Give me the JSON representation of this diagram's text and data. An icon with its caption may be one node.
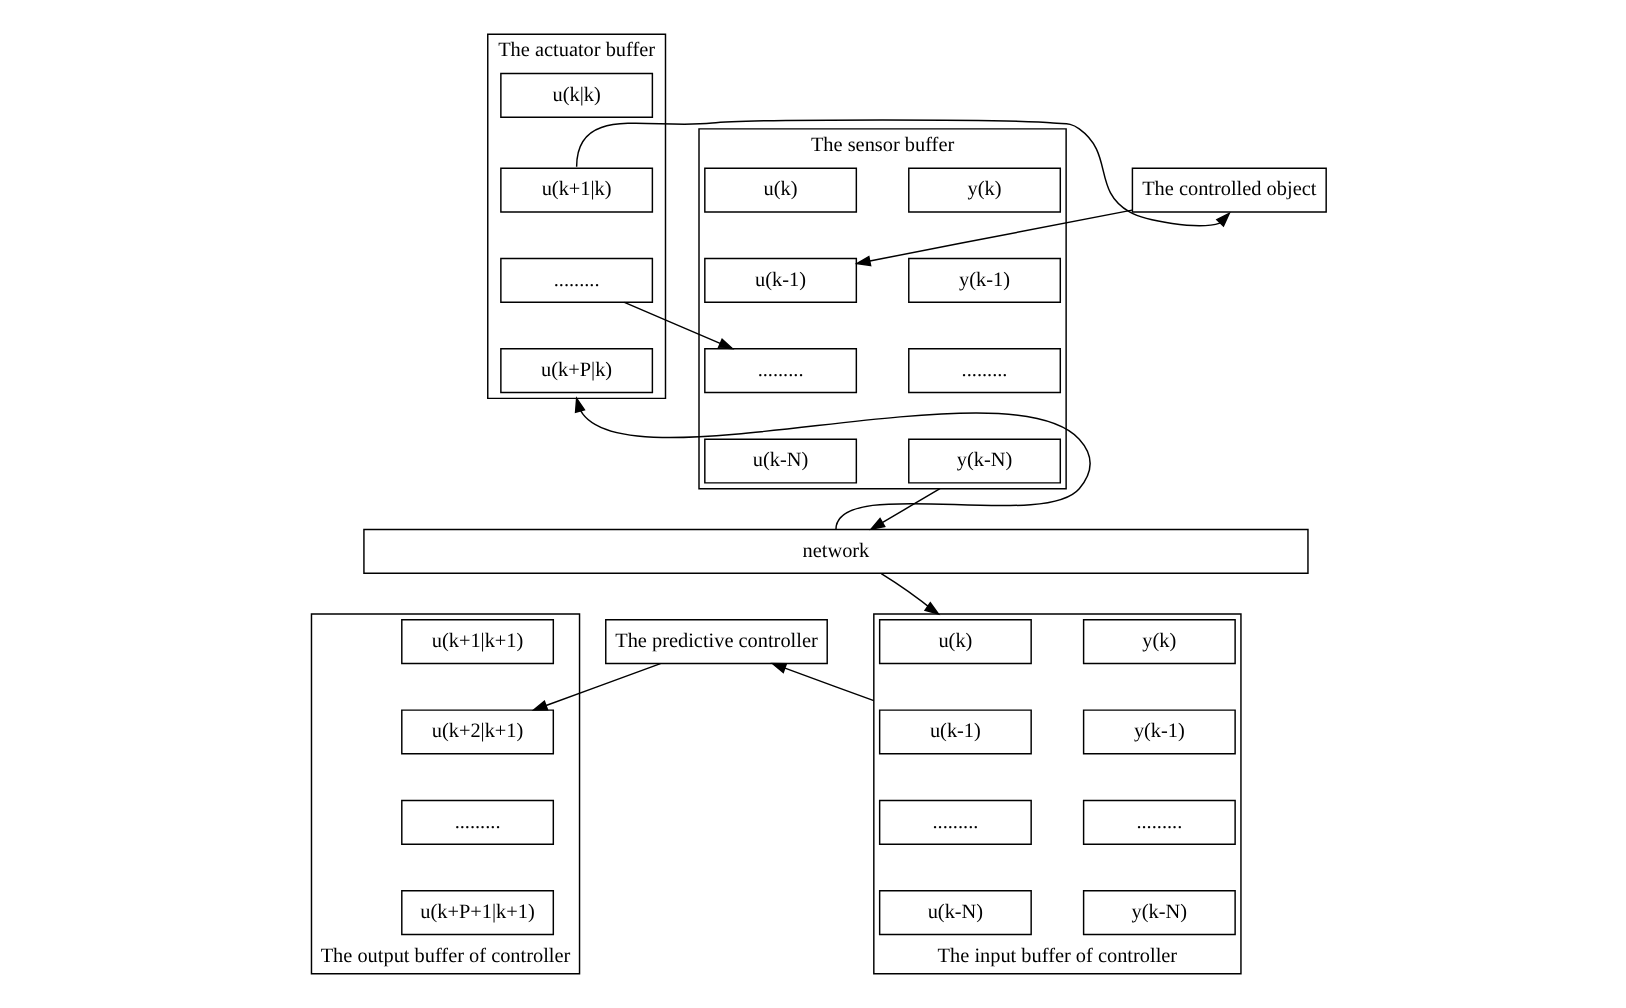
{
  "diagram": {
    "nodes": [
      {
        "text": [
          "The actuator buffer"
        ]
      },
      {
        "text": [
          "u(k|k)"
        ],
        "in": 0
      },
      {
        "text": [
          "u(k+1|k)"
        ],
        "in": 0
      },
      {
        "text": [
          "........."
        ],
        "in": 0
      },
      {
        "text": [
          "u(k+P|k)"
        ],
        "in": 0
      },
      {
        "text": [
          "The controlled object"
        ]
      },
      {
        "text": [
          "The sensor buffer"
        ]
      },
      {
        "text": [
          "u(k)"
        ],
        "in": 6
      },
      {
        "text": [
          "y(k)"
        ],
        "in": 6
      },
      {
        "text": [
          "u(k-1)"
        ],
        "in": 6
      },
      {
        "text": [
          "y(k-1)"
        ],
        "in": 6
      },
      {
        "text": [
          "........."
        ],
        "in": 6
      },
      {
        "text": [
          "........."
        ],
        "in": 6
      },
      {
        "text": [
          "u(k-N)"
        ],
        "in": 6
      },
      {
        "text": [
          "y(k-N)"
        ],
        "in": 6
      },
      {
        "text": [
          "network"
        ]
      },
      {
        "text": [
          "The output buffer of controller"
        ]
      },
      {
        "text": [
          "u(k+1|k+1)"
        ],
        "in": 16
      },
      {
        "text": [
          "u(k+2|k+1)"
        ],
        "in": 16
      },
      {
        "text": [
          "........."
        ],
        "in": 16
      },
      {
        "text": [
          "u(k+P+1|k+1)"
        ],
        "in": 16
      },
      {
        "text": [
          "The predictive controller"
        ]
      },
      {
        "text": [
          "The input buffer of controller"
        ]
      },
      {
        "text": [
          "u(k)"
        ],
        "in": 22
      },
      {
        "text": [
          "y(k)"
        ],
        "in": 22
      },
      {
        "text": [
          "u(k-1)"
        ],
        "in": 22
      },
      {
        "text": [
          "y(k-1)"
        ],
        "in": 22
      },
      {
        "text": [
          "........."
        ],
        "in": 22
      },
      {
        "text": [
          "........."
        ],
        "in": 22
      },
      {
        "text": [
          "u(k-N)"
        ],
        "in": 22
      },
      {
        "text": [
          "y(k-N)"
        ],
        "in": 22
      }
    ],
    "edges": [
      {
        "from": 2,
        "to": 5,
        "arrow": "to"
      },
      {
        "from": 5,
        "to": 9,
        "arrow": "to"
      },
      {
        "from": 3,
        "to": 11,
        "arrow": "to"
      },
      {
        "from": 6,
        "to": 15,
        "arrow": "to"
      },
      {
        "from": 15,
        "to": 0,
        "arrow": "to"
      },
      {
        "from": 15,
        "to": 22,
        "arrow": "to"
      },
      {
        "from": 22,
        "to": 21,
        "arrow": "to"
      },
      {
        "from": 21,
        "to": 18,
        "arrow": "to"
      }
    ]
  }
}
